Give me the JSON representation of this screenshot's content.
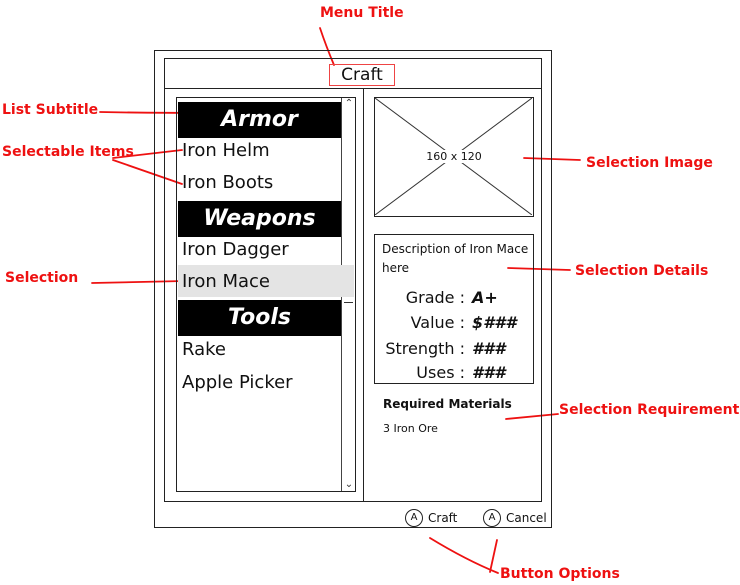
{
  "annotations": {
    "menu_title": "Menu Title",
    "list_subtitle": "List Subtitle",
    "selectable_items": "Selectable Items",
    "selection": "Selection",
    "selection_image": "Selection Image",
    "selection_details": "Selection Details",
    "selection_requirements": "Selection Requirements",
    "button_options": "Button Options"
  },
  "menu": {
    "title": "Craft",
    "categories": [
      {
        "subtitle": "Armor",
        "items": [
          "Iron Helm",
          "Iron Boots"
        ]
      },
      {
        "subtitle": "Weapons",
        "items": [
          "Iron Dagger",
          "Iron Mace"
        ]
      },
      {
        "subtitle": "Tools",
        "items": [
          "Rake",
          "Apple Picker"
        ]
      }
    ],
    "selected_item": "Iron Mace",
    "scroll_up_icon": "scroll-up-arrow",
    "scroll_down_icon": "scroll-down-arrow"
  },
  "selection": {
    "image_placeholder": "160 x 120",
    "description": "Description of Iron Mace here",
    "stats": [
      {
        "label": "Grade :",
        "value": "A+"
      },
      {
        "label": "Value :",
        "value": "$###"
      },
      {
        "label": "Strength :",
        "value": "###"
      },
      {
        "label": "Uses :",
        "value": "###"
      }
    ],
    "requirements_title": "Required Materials",
    "requirements": [
      "3 Iron Ore"
    ]
  },
  "buttons": [
    {
      "glyph": "A",
      "label": "Craft"
    },
    {
      "glyph": "A",
      "label": "Cancel"
    }
  ],
  "colors": {
    "annotation": "#ee1111",
    "subtitle_bg": "#000000",
    "selection_bg": "#e4e4e4"
  }
}
